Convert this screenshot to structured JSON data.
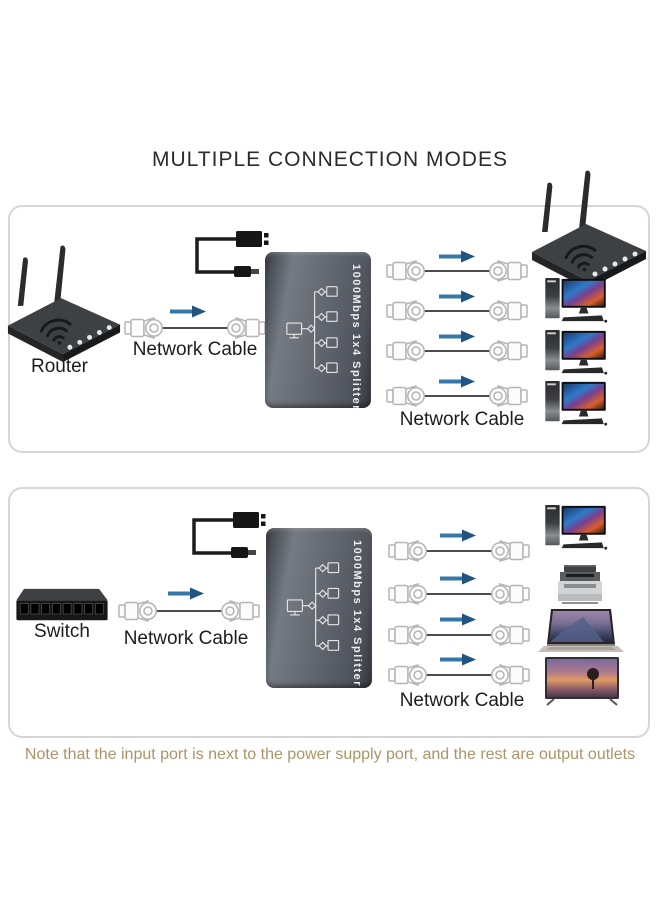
{
  "title": "MULTIPLE CONNECTION MODES",
  "panels": [
    {
      "name": "router-connection-mode",
      "source_label": "Router",
      "source_device": "wifi-router",
      "splitter_label": "1000Mbps 1x4 Splitter",
      "input_cable_label": "Network Cable",
      "output_cable_label": "Network Cable",
      "extra_device": "wifi-router",
      "output_devices": [
        "desktop-computer",
        "desktop-computer",
        "desktop-computer"
      ],
      "output_cable_count": 4
    },
    {
      "name": "switch-connection-mode",
      "source_label": "Switch",
      "source_device": "network-switch",
      "splitter_label": "1000Mbps 1x4 Splitter",
      "input_cable_label": "Network Cable",
      "output_cable_label": "Network Cable",
      "output_devices": [
        "desktop-computer",
        "printer",
        "laptop",
        "tv"
      ],
      "output_cable_count": 4
    }
  ],
  "note": "Note that the input port is next to the power supply port, and the rest are output outlets",
  "colors": {
    "arrow_shaft": "#3577a6",
    "arrow_head": "#1f5580",
    "panel_border": "#d6d6d6",
    "note_text": "#ac9468",
    "splitter_body": "#60656e",
    "background": "#ffffff"
  }
}
